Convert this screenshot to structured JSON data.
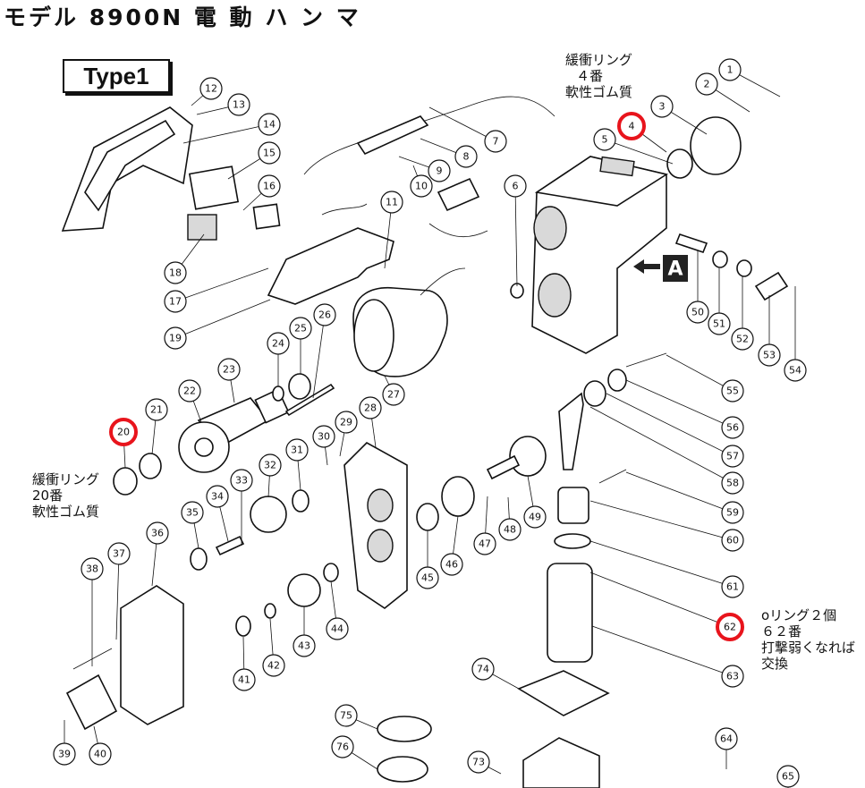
{
  "title": "モデル 8900N 電 動 ハ ン マ",
  "type_label": "Type1",
  "notes": {
    "top": [
      "緩衝リング",
      "４番",
      "軟性ゴム質"
    ],
    "left": [
      "緩衝リング",
      "20番",
      "軟性ゴム質"
    ],
    "right": [
      "oリング２個",
      "６２番",
      "打撃弱くなれば",
      "交換"
    ]
  },
  "arrow_label": "A",
  "highlighted_parts": [
    "4",
    "20",
    "62"
  ],
  "highlight_color": "#e8141c",
  "parts": [
    "1",
    "2",
    "3",
    "4",
    "5",
    "6",
    "7",
    "8",
    "9",
    "10",
    "11",
    "12",
    "13",
    "14",
    "15",
    "16",
    "17",
    "18",
    "19",
    "20",
    "21",
    "22",
    "23",
    "24",
    "25",
    "26",
    "27",
    "28",
    "29",
    "30",
    "31",
    "32",
    "33",
    "34",
    "35",
    "36",
    "37",
    "38",
    "39",
    "40",
    "41",
    "42",
    "43",
    "44",
    "45",
    "46",
    "47",
    "48",
    "49",
    "50",
    "51",
    "52",
    "53",
    "54",
    "55",
    "56",
    "57",
    "58",
    "59",
    "60",
    "61",
    "62",
    "63",
    "64",
    "65",
    "73",
    "74",
    "75",
    "76"
  ]
}
